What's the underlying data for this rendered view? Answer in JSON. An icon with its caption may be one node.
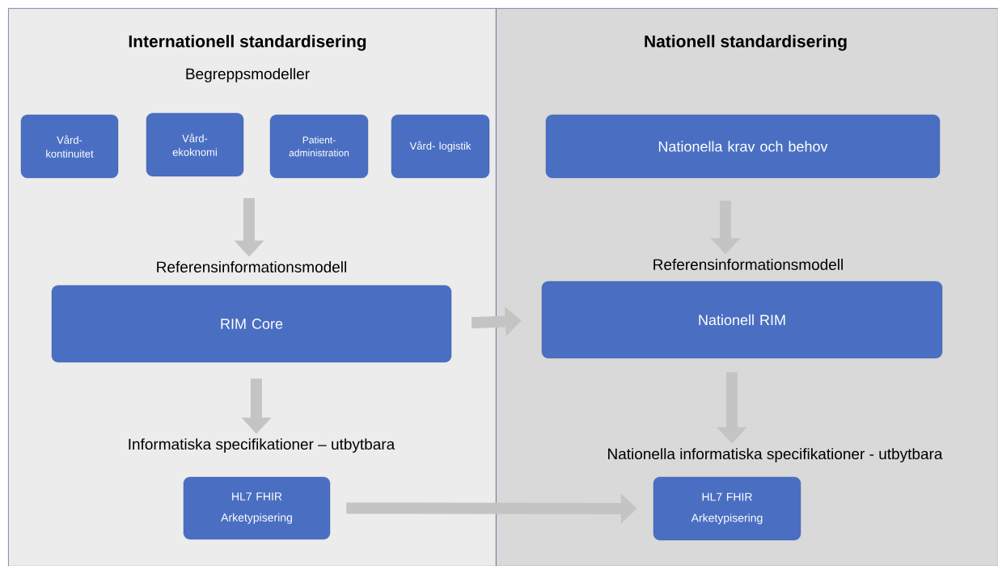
{
  "diagram": {
    "nodes": [
      {
        "text": [
          "Internationell standardisering"
        ]
      },
      {
        "text": [
          "Nationell standardisering"
        ]
      },
      {
        "text": [
          "Vård- kontinuitet"
        ],
        "in": 0
      },
      {
        "text": [
          "Vård- ekoknomi"
        ],
        "in": 0
      },
      {
        "text": [
          "Patient- administration"
        ],
        "in": 0
      },
      {
        "text": [
          "Vård- logistik"
        ],
        "in": 0
      },
      {
        "text": [
          "Referensinformationsmodell",
          "RIM Core"
        ],
        "in": 0
      },
      {
        "text": [
          "Informatiska specifikationer – utbytbara",
          "HL7 FHIR",
          "Arketypisering"
        ],
        "in": 0
      },
      {
        "text": [
          "Nationella krav och behov"
        ],
        "in": 1
      },
      {
        "text": [
          "Referensinformationsmodell",
          "Nationell RIM"
        ],
        "in": 1
      },
      {
        "text": [
          "Nationella informatiska specifikationer - utbytbara",
          "HL7 FHIR",
          "Arketypisering"
        ],
        "in": 1
      }
    ],
    "edges": [
      {
        "from": null,
        "to": 6,
        "arrow": "to"
      },
      {
        "from": 6,
        "to": 7,
        "arrow": "to"
      },
      {
        "from": 6,
        "to": 9,
        "arrow": "to"
      },
      {
        "from": 7,
        "to": 10,
        "arrow": "to"
      },
      {
        "from": 8,
        "to": 9,
        "arrow": "to"
      },
      {
        "from": 9,
        "to": 10,
        "arrow": "to"
      }
    ],
    "labels": [
      "Begreppsmodeller"
    ]
  }
}
